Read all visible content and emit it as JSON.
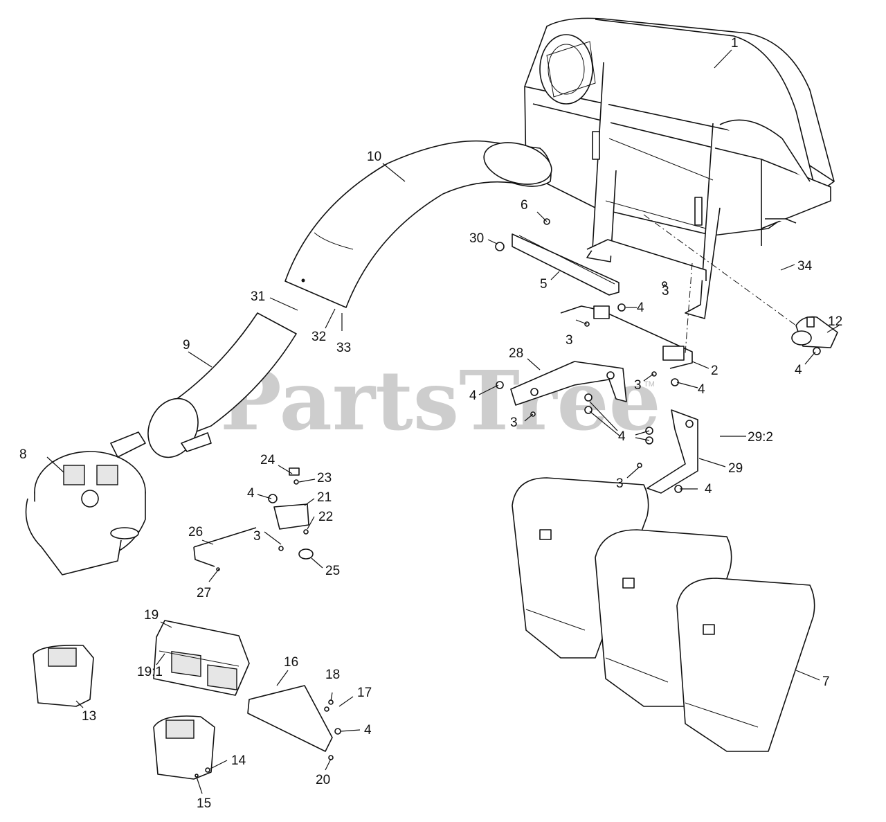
{
  "watermark": {
    "text": "PartsTree",
    "trademark": "TM"
  },
  "parts": [
    {
      "id": "p1",
      "label": "1"
    },
    {
      "id": "p2",
      "label": "2"
    },
    {
      "id": "p3a",
      "label": "3"
    },
    {
      "id": "p3b",
      "label": "3"
    },
    {
      "id": "p3c",
      "label": "3"
    },
    {
      "id": "p3d",
      "label": "3"
    },
    {
      "id": "p3e",
      "label": "3"
    },
    {
      "id": "p3f",
      "label": "3"
    },
    {
      "id": "p4a",
      "label": "4"
    },
    {
      "id": "p4b",
      "label": "4"
    },
    {
      "id": "p4c",
      "label": "4"
    },
    {
      "id": "p4d",
      "label": "4"
    },
    {
      "id": "p4e",
      "label": "4"
    },
    {
      "id": "p4f",
      "label": "4"
    },
    {
      "id": "p4g",
      "label": "4"
    },
    {
      "id": "p4h",
      "label": "4"
    },
    {
      "id": "p5",
      "label": "5"
    },
    {
      "id": "p6",
      "label": "6"
    },
    {
      "id": "p7",
      "label": "7"
    },
    {
      "id": "p8",
      "label": "8"
    },
    {
      "id": "p9",
      "label": "9"
    },
    {
      "id": "p10",
      "label": "10"
    },
    {
      "id": "p12",
      "label": "12"
    },
    {
      "id": "p13",
      "label": "13"
    },
    {
      "id": "p14",
      "label": "14"
    },
    {
      "id": "p15",
      "label": "15"
    },
    {
      "id": "p16",
      "label": "16"
    },
    {
      "id": "p17",
      "label": "17"
    },
    {
      "id": "p18",
      "label": "18"
    },
    {
      "id": "p19",
      "label": "19"
    },
    {
      "id": "p19_1",
      "label": "19:1"
    },
    {
      "id": "p20",
      "label": "20"
    },
    {
      "id": "p21",
      "label": "21"
    },
    {
      "id": "p22",
      "label": "22"
    },
    {
      "id": "p23",
      "label": "23"
    },
    {
      "id": "p24",
      "label": "24"
    },
    {
      "id": "p25",
      "label": "25"
    },
    {
      "id": "p26",
      "label": "26"
    },
    {
      "id": "p27",
      "label": "27"
    },
    {
      "id": "p28",
      "label": "28"
    },
    {
      "id": "p29",
      "label": "29"
    },
    {
      "id": "p29_2",
      "label": "29:2"
    },
    {
      "id": "p30",
      "label": "30"
    },
    {
      "id": "p31",
      "label": "31"
    },
    {
      "id": "p32",
      "label": "32"
    },
    {
      "id": "p33",
      "label": "33"
    },
    {
      "id": "p34",
      "label": "34"
    }
  ]
}
